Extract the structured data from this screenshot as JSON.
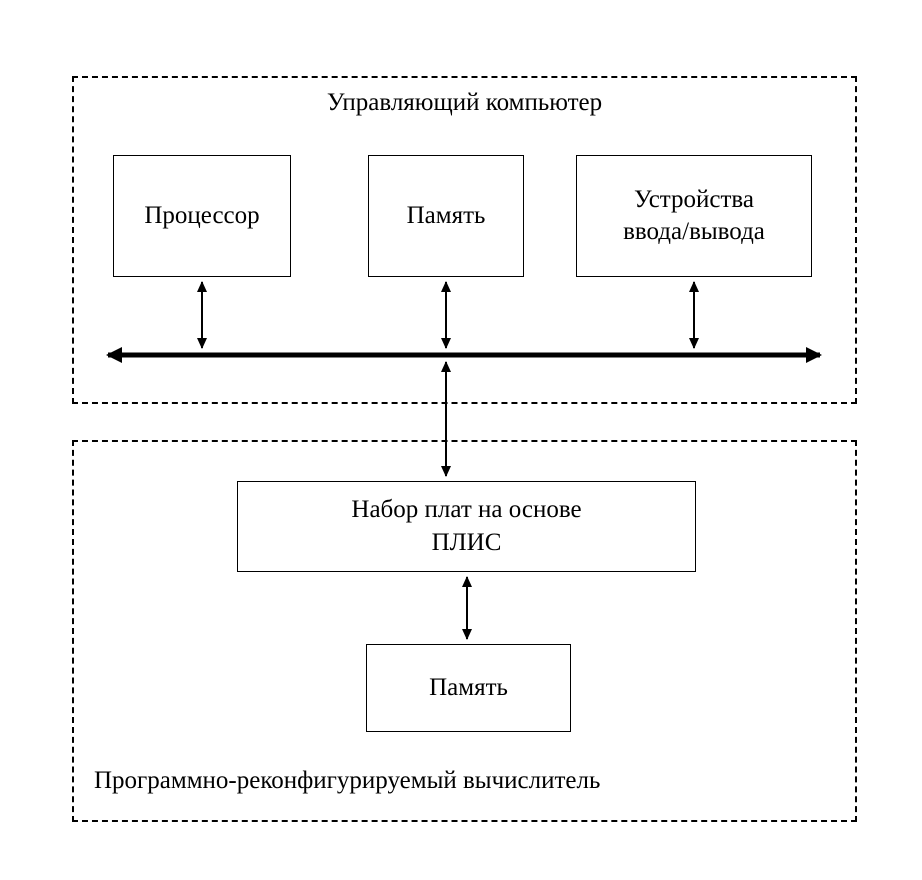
{
  "diagram": {
    "control_computer": {
      "title": "Управляющий компьютер",
      "processor_label": "Процессор",
      "memory_label": "Память",
      "io_devices_label": "Устройства\nввода/вывода"
    },
    "reconfigurable_computer": {
      "title": "Программно-реконфигурируемый вычислитель",
      "fpga_boards_label": "Набор плат на основе\nПЛИС",
      "memory_label": "Память"
    },
    "colors": {
      "line": "#000000",
      "background": "#ffffff"
    }
  }
}
